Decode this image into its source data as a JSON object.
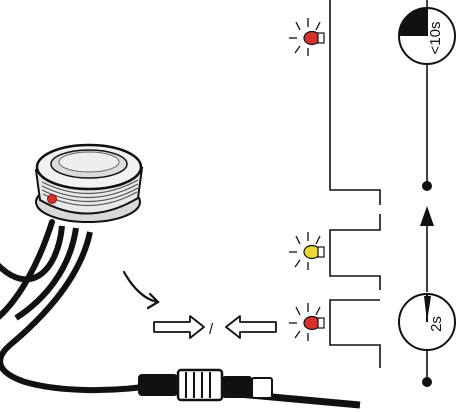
{
  "diagram": {
    "timers": [
      {
        "label": "<10s",
        "role": "hold-duration"
      },
      {
        "label": "2s",
        "role": "press-duration"
      }
    ],
    "indicator_states": [
      {
        "led": "red",
        "color": "#d6322b"
      },
      {
        "led": "yellow",
        "color": "#e9d83a"
      },
      {
        "led": "red",
        "color": "#d6322b"
      }
    ],
    "insert_remove_separator": "/",
    "colors": {
      "line": "#111111",
      "led_red": "#d6322b",
      "led_yellow": "#e9d83a"
    }
  }
}
